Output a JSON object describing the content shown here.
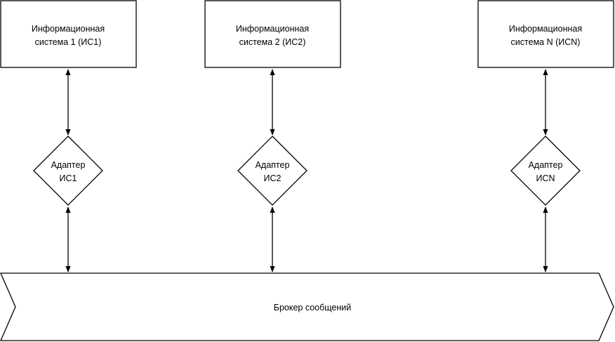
{
  "systems": [
    {
      "line1": "Информационная",
      "line2": "система 1 (ИС1)"
    },
    {
      "line1": "Информационная",
      "line2": "система 2 (ИС2)"
    },
    {
      "line1": "Информационная",
      "line2": "система N (ИСN)"
    }
  ],
  "adapters": [
    {
      "line1": "Адаптер",
      "line2": "ИС1"
    },
    {
      "line1": "Адаптер",
      "line2": "ИС2"
    },
    {
      "line1": "Адаптер",
      "line2": "ИСN"
    }
  ],
  "broker": {
    "label": "Брокер сообщений"
  }
}
